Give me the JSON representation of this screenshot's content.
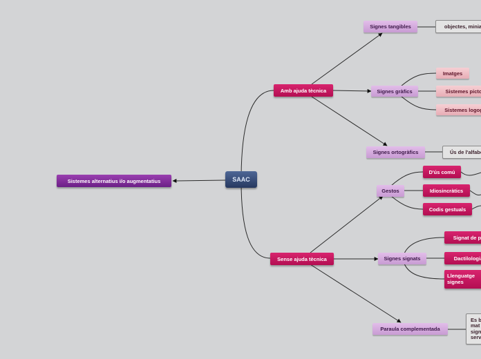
{
  "map": {
    "central": "SAAC",
    "left": "Sistemes alternatius i/o augmentatius",
    "amb": "Amb ajuda tècnica",
    "tangibles": "Signes tangibles",
    "tangibles_desc": "objectes, minia",
    "grafics": "Signes gràfics",
    "imatges": "Imatges",
    "pictograf": "Sistemes picto",
    "logograf": "Sistemes logog",
    "ortografics": "Signes ortogràfics",
    "alfabet": "Ús de l'alfabe",
    "sense": "Sense ajuda tècnica",
    "gestos": "Gestos",
    "us_comu": "D'ús comú",
    "idiosincratics": "Idiosincràtics",
    "codis": "Codis gestuals",
    "signats": "Signes signats",
    "signat_pa": "Signat de pa",
    "dactilologia": "Dactilologia",
    "llenguatge_1": "Llenguatge",
    "llenguatge_2": "signes",
    "paraula": "Paraula complementada",
    "paraula_desc_1": "Es b",
    "paraula_desc_2": "mat",
    "paraula_desc_3": "sign",
    "paraula_desc_4": "serv"
  },
  "colors": {
    "central": "#2f4470",
    "main_branch": "#7a2591",
    "magenta": "#c8155f",
    "lilac": "#d4aade",
    "pink": "#eebcc3",
    "line": "#2a2a2a"
  }
}
